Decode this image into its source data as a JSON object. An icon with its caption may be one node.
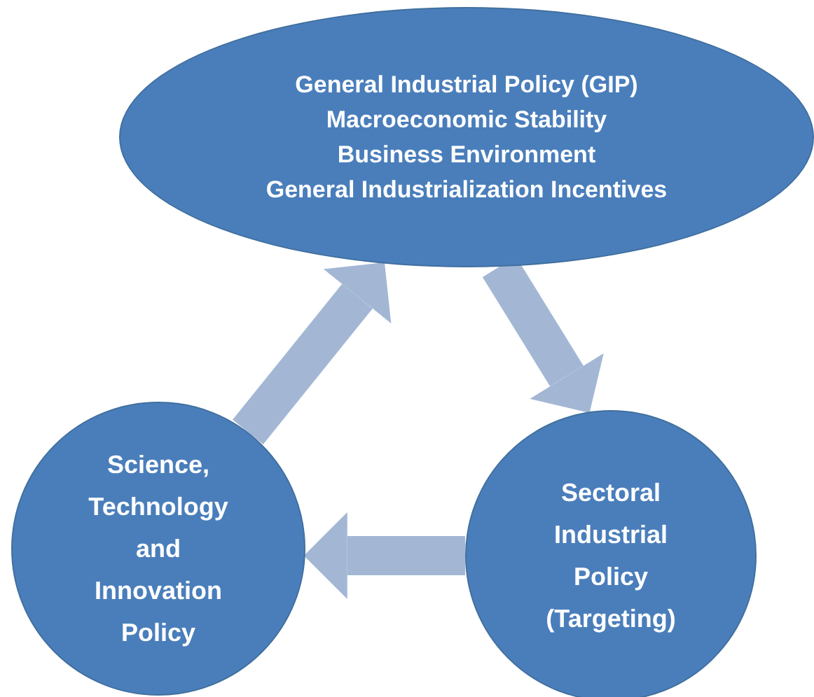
{
  "diagram": {
    "nodes": [
      {
        "text": [
          "General Industrial Policy (GIP)",
          "Macroeconomic Stability",
          "Business Environment",
          "General Industrialization Incentives"
        ]
      },
      {
        "text": [
          "Science, Technology and Innovation Policy"
        ]
      },
      {
        "text": [
          "Sectoral Industrial Policy (Targeting)"
        ]
      }
    ],
    "edges": [
      {
        "from": 1,
        "to": 0,
        "arrow": "to"
      },
      {
        "from": 0,
        "to": 2,
        "arrow": "to"
      },
      {
        "from": 2,
        "to": 1,
        "arrow": "to"
      }
    ]
  }
}
